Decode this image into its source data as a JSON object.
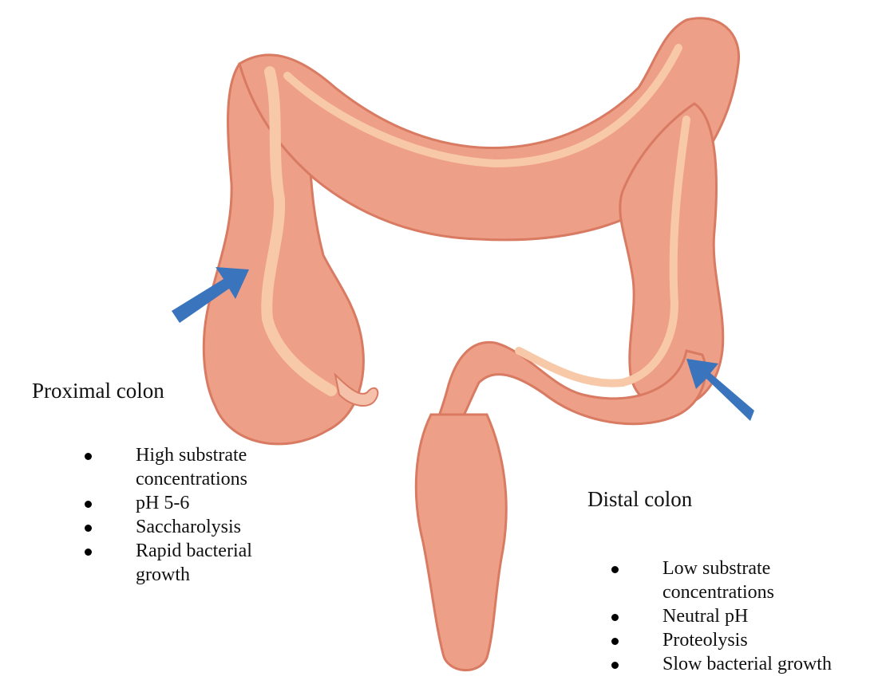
{
  "colors": {
    "colon_fill": "#ee9f87",
    "colon_edge": "#d97a62",
    "colon_highlight": "#f6c1ab",
    "taenia": "#f8c9a8",
    "arrow": "#3a74bd"
  },
  "icons": [
    "blue-arrow-icon",
    "bullet-icon"
  ],
  "proximal": {
    "heading": "Proximal colon",
    "items": [
      "High substrate\nconcentrations",
      "pH 5-6",
      "Saccharolysis",
      "Rapid bacterial\ngrowth"
    ]
  },
  "distal": {
    "heading": "Distal colon",
    "items": [
      "Low substrate\nconcentrations",
      "Neutral pH",
      "Proteolysis",
      "Slow bacterial growth"
    ]
  }
}
